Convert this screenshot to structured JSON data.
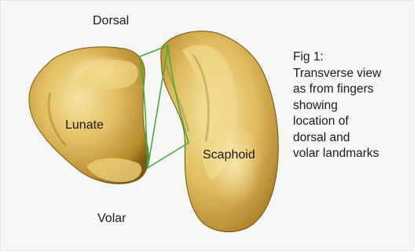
{
  "labels": {
    "dorsal": "Dorsal",
    "volar": "Volar",
    "lunate": "Lunate",
    "scaphoid": "Scaphoid"
  },
  "caption": {
    "title": "Fig 1:",
    "lines": [
      "Transverse view",
      "as from fingers",
      "showing",
      "location of",
      "dorsal and",
      "volar landmarks"
    ]
  },
  "colors": {
    "background": "#f7f7f5",
    "bone_light": "#f4dc8e",
    "bone_mid": "#d8b04e",
    "bone_dark": "#8a6418",
    "landmark_line": "#3fae3a",
    "text": "#1a1a1a"
  }
}
